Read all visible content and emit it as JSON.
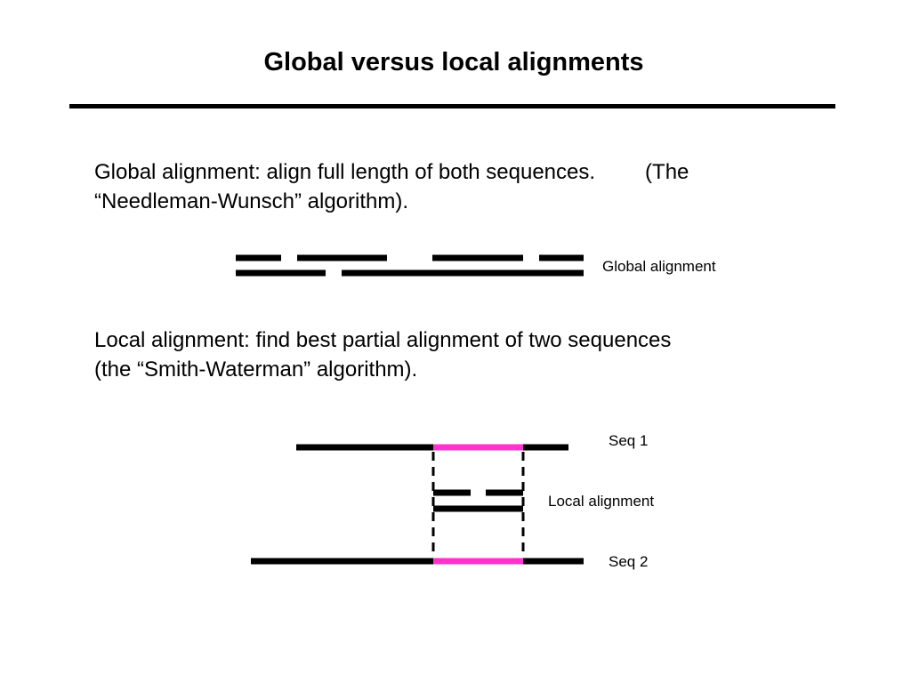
{
  "slide": {
    "title": "Global versus local alignments"
  },
  "global_section": {
    "text_main": "Global alignment: align full length of both sequences.",
    "text_paren_start": "(The",
    "text_line2": "“Needleman-Wunsch” algorithm).",
    "diagram_label": "Global alignment"
  },
  "local_section": {
    "text_line1": "Local alignment: find best partial alignment of two sequences",
    "text_line2": "(the “Smith-Waterman” algorithm).",
    "seq1_label": "Seq 1",
    "alignment_label": "Local alignment",
    "seq2_label": "Seq 2"
  },
  "colors": {
    "sequence": "#000000",
    "aligned_region": "#ff33cc"
  }
}
